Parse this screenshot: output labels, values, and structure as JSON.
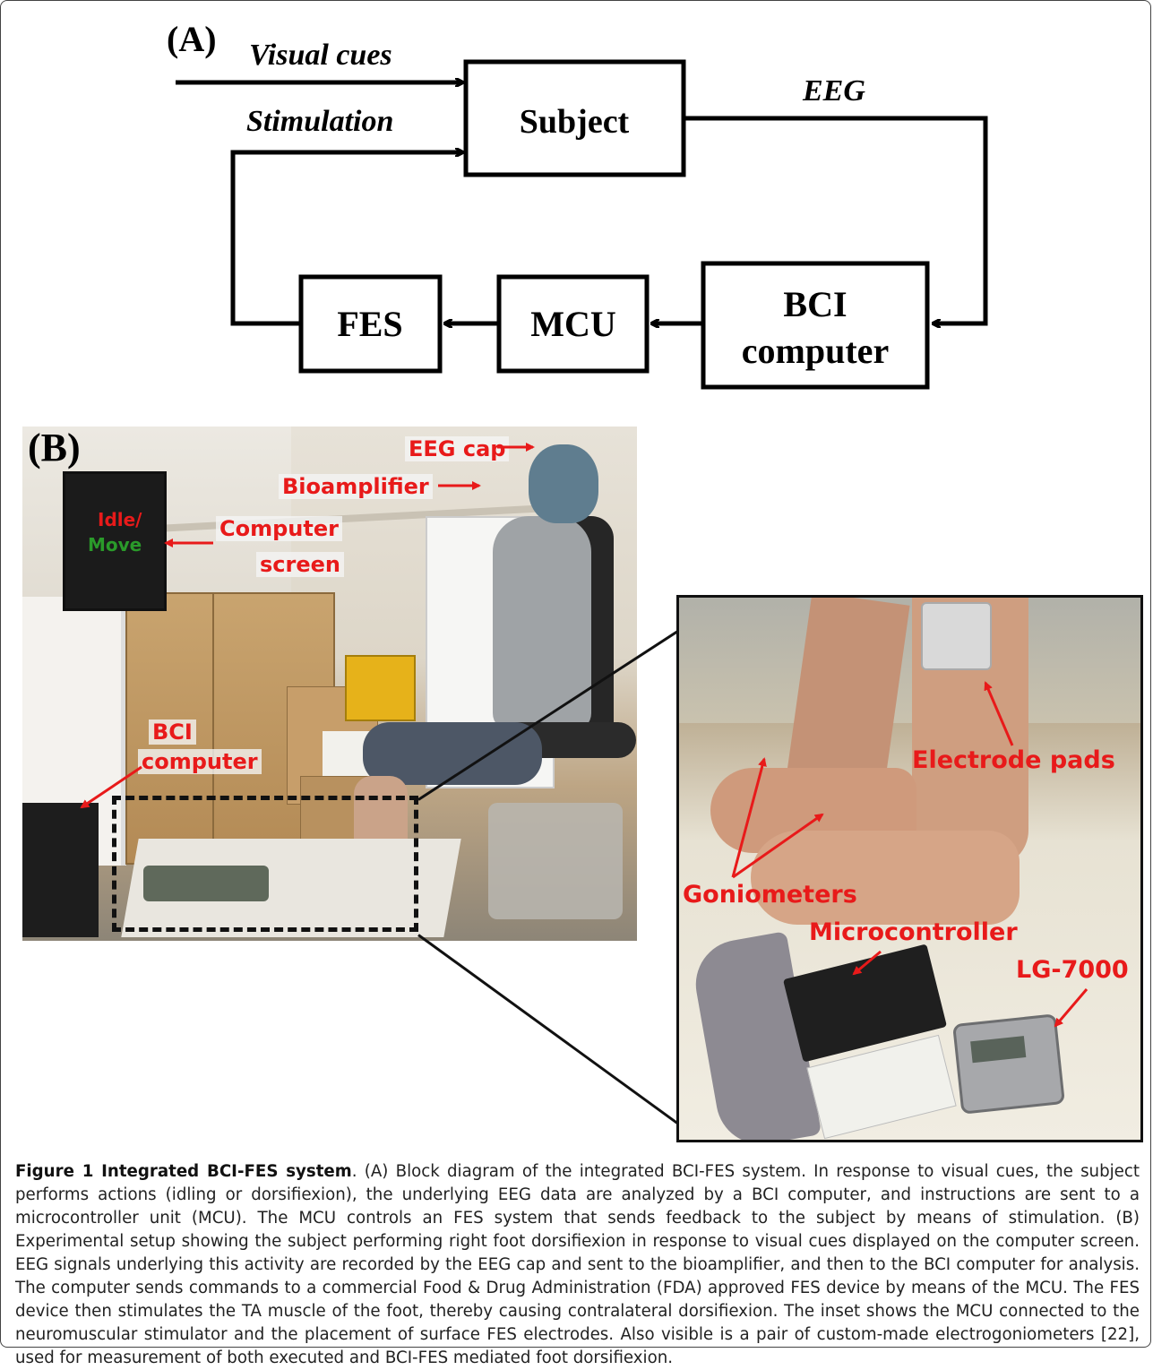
{
  "panel_a": {
    "label": "(A)",
    "visual_cues": "Visual cues",
    "stimulation": "Stimulation",
    "eeg": "EEG",
    "subject": "Subject",
    "fes": "FES",
    "mcu": "MCU",
    "bci_line1": "BCI",
    "bci_line2": "computer"
  },
  "panel_b": {
    "label": "(B)",
    "eeg_cap": "EEG cap",
    "bioamplifier": "Bioamplifier",
    "idle": "Idle/",
    "move": "Move",
    "computer_screen_1": "Computer",
    "computer_screen_2": "screen",
    "bci_1": "BCI",
    "bci_2": "computer",
    "electrode_pads": "Electrode pads",
    "goniometers": "Goniometers",
    "microcontroller": "Microcontroller",
    "lg7000": "LG-7000"
  },
  "colors": {
    "label_red": "#e81a1a",
    "idle_red": "#e81a1a",
    "move_green": "#2a9a2a"
  },
  "caption": {
    "title": "Figure 1 Integrated BCI-FES system",
    "body": ". (A) Block diagram of the integrated BCI-FES system. In response to visual cues, the subject performs actions (idling or dorsifiexion), the underlying EEG data are analyzed by a BCI computer, and instructions are sent to a microcontroller unit (MCU). The MCU controls an FES system that sends feedback to the subject by means of stimulation. (B) Experimental setup showing the subject performing right foot dorsifiexion in response to visual cues displayed on the computer screen. EEG signals underlying this activity are recorded by the EEG cap and sent to the bioamplifier, and then to the BCI computer for analysis. The computer sends commands to a commercial Food & Drug Administration (FDA) approved FES device by means of the MCU. The FES device then stimulates the TA muscle of the foot, thereby causing contralateral dorsifiexion. The inset shows the MCU connected to the neuromuscular stimulator and the placement of surface FES electrodes. Also visible is a pair of custom-made electrogoniometers [22], used for measurement of both executed and BCI-FES mediated foot dorsifiexion."
  }
}
